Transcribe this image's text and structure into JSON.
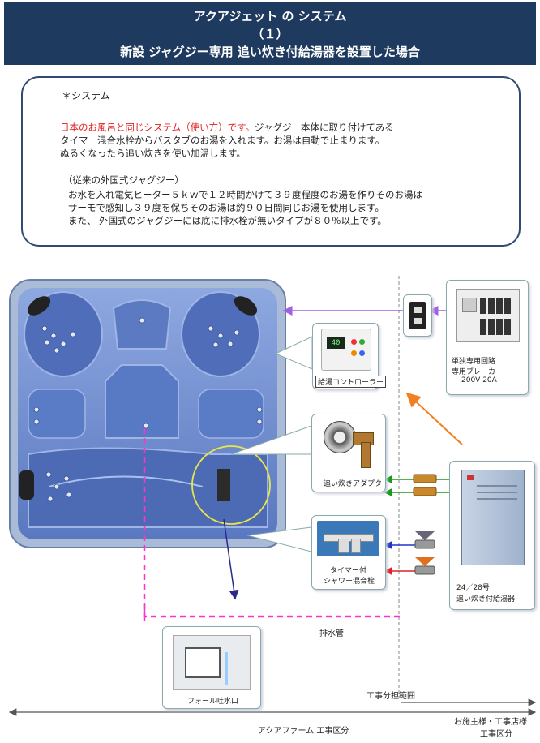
{
  "header": {
    "line1": "アクアジェット の システム",
    "line2": "（１）",
    "line3": "新設 ジャグジー専用 追い炊き付給湯器を設置した場合"
  },
  "info": {
    "heading": "＊システム",
    "p1_red": "日本のお風呂と同じシステム（使い方）です。",
    "p1_rest": "ジャグジー本体に取り付けてある",
    "p1_line2": "タイマー混合水栓からバスタブのお湯を入れます。お湯は自動で止まります。",
    "p1_line3": "ぬるくなったら追い炊きを使い加温します。",
    "p2_heading": "（従来の外国式ジャグジー）",
    "p2_line1": "お水を入れ電気ヒーター５ｋｗで１２時間かけて３９度程度のお湯を作りそのお湯は",
    "p2_line2": "サーモで感知し３９度を保ちそのお湯は約９０日間同じお湯を使用します。",
    "p2_line3": "また、 外国式のジャグジーには底に排水栓が無いタイプが８０％以上です。"
  },
  "diagram": {
    "controller_label": "給湯コントローラー",
    "controller_display": "40",
    "adapter_label": "追い炊きアダプター",
    "faucet_label1": "タイマー付",
    "faucet_label2": "シャワー混合栓",
    "breaker_label1": "単独専用回路",
    "breaker_label2": "専用ブレーカー",
    "breaker_label3": "200V 20A",
    "heater_label1": "24／28号",
    "heater_label2": "追い炊き付給湯器",
    "drain_label": "排水管",
    "outlet_label": "フォール吐水口",
    "scope_label": "工事分担範囲",
    "left_scope": "アクアファーム 工事区分",
    "right_scope1": "お施主様・工事店様",
    "right_scope2": "工事区分"
  },
  "colors": {
    "header_bg": "#1f3a5f",
    "tub_blue": "#6f8fd0",
    "purple_arrow": "#a060e0",
    "magenta_pipe": "#ff33cc",
    "green_arrow": "#1a9a1a",
    "blue_arrow": "#2233cc",
    "red_arrow": "#e02020",
    "orange_arrow": "#f08020"
  }
}
